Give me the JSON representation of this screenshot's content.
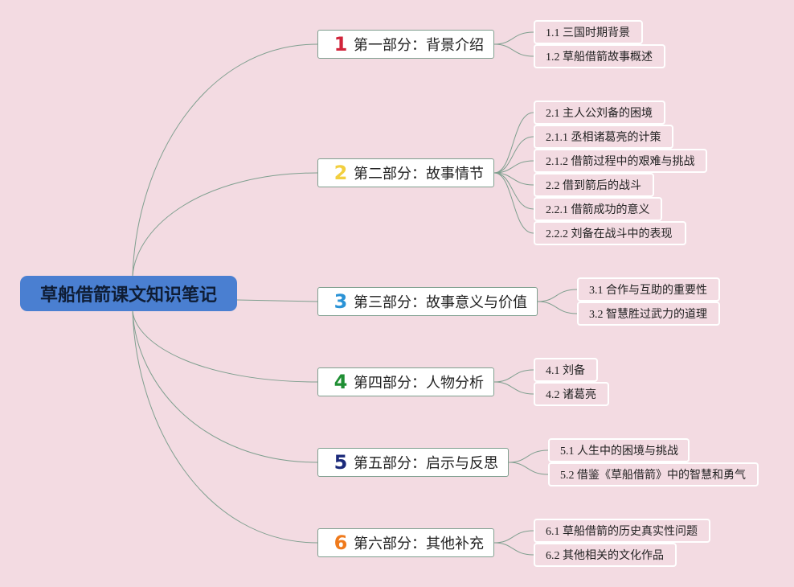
{
  "root": {
    "label": "草船借箭课文知识笔记"
  },
  "colors": {
    "background": "#f3dbe2",
    "root_fill": "#4a7fd1",
    "link_stroke": "#7f9f8f"
  },
  "branches": [
    {
      "num": "1",
      "num_color": "#d1243a",
      "label": "第一部分：背景介绍",
      "leaves": [
        "1.1 三国时期背景",
        "1.2 草船借箭故事概述"
      ]
    },
    {
      "num": "2",
      "num_color": "#f2cf3f",
      "label": "第二部分：故事情节",
      "leaves": [
        "2.1 主人公刘备的困境",
        "2.1.1 丞相诸葛亮的计策",
        "2.1.2 借箭过程中的艰难与挑战",
        "2.2 借到箭后的战斗",
        "2.2.1 借箭成功的意义",
        "2.2.2 刘备在战斗中的表现"
      ]
    },
    {
      "num": "3",
      "num_color": "#2b93d6",
      "label": "第三部分：故事意义与价值",
      "leaves": [
        "3.1 合作与互助的重要性",
        "3.2 智慧胜过武力的道理"
      ]
    },
    {
      "num": "4",
      "num_color": "#1f8f34",
      "label": "第四部分：人物分析",
      "leaves": [
        "4.1 刘备",
        "4.2 诸葛亮"
      ]
    },
    {
      "num": "5",
      "num_color": "#1b2a7a",
      "label": "第五部分：启示与反思",
      "leaves": [
        "5.1 人生中的困境与挑战",
        "5.2 借鉴《草船借箭》中的智慧和勇气"
      ]
    },
    {
      "num": "6",
      "num_color": "#ef7a1c",
      "label": "第六部分：其他补充",
      "leaves": [
        "6.1 草船借箭的历史真实性问题",
        "6.2 其他相关的文化作品"
      ]
    }
  ]
}
